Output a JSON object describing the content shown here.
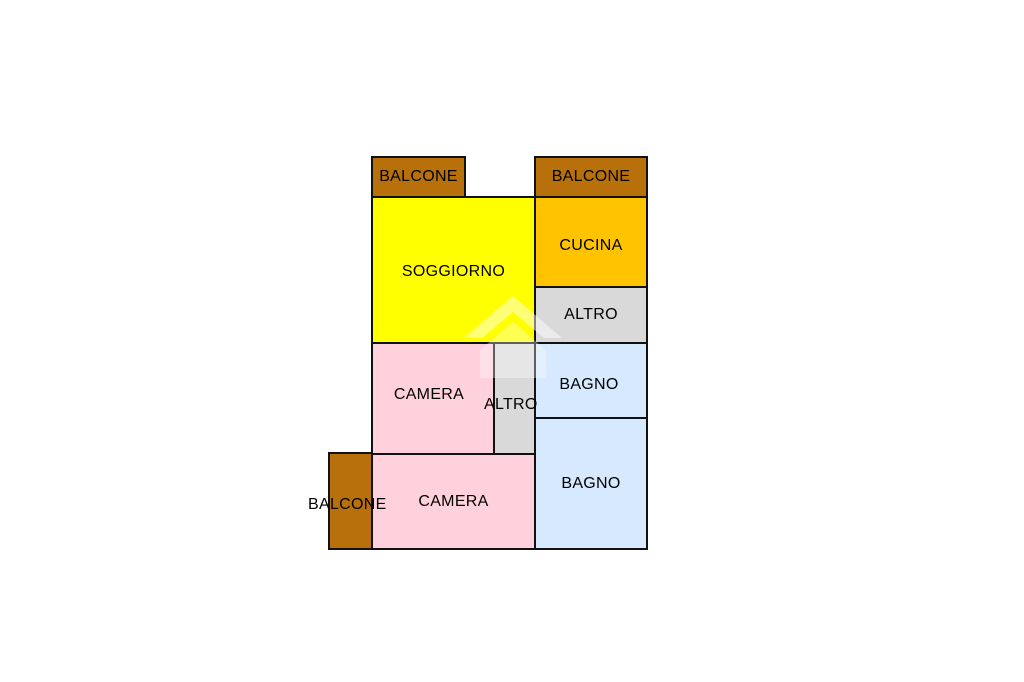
{
  "floorplan": {
    "rooms": [
      {
        "id": "balcone-top-left",
        "label": "BALCONE",
        "color": "#B8700A"
      },
      {
        "id": "balcone-top-right",
        "label": "BALCONE",
        "color": "#B8700A"
      },
      {
        "id": "soggiorno",
        "label": "SOGGIORNO",
        "color": "#FFFF00"
      },
      {
        "id": "cucina",
        "label": "CUCINA",
        "color": "#FFC300"
      },
      {
        "id": "altro-right",
        "label": "ALTRO",
        "color": "#D9D9D9"
      },
      {
        "id": "camera-upper",
        "label": "CAMERA",
        "color": "#FFD1DC"
      },
      {
        "id": "altro-center",
        "label": "ALTRO",
        "color": "#D9D9D9"
      },
      {
        "id": "bagno-upper",
        "label": "BAGNO",
        "color": "#D6E9FF"
      },
      {
        "id": "bagno-lower",
        "label": "BAGNO",
        "color": "#D6E9FF"
      },
      {
        "id": "camera-lower",
        "label": "CAMERA",
        "color": "#FFD1DC"
      },
      {
        "id": "balcone-left",
        "label": "BALCONE",
        "color": "#B8700A"
      }
    ],
    "wall_color": "#111111",
    "background_color": "#FFFFFF"
  },
  "watermark": {
    "icon": "house-logo-icon"
  }
}
